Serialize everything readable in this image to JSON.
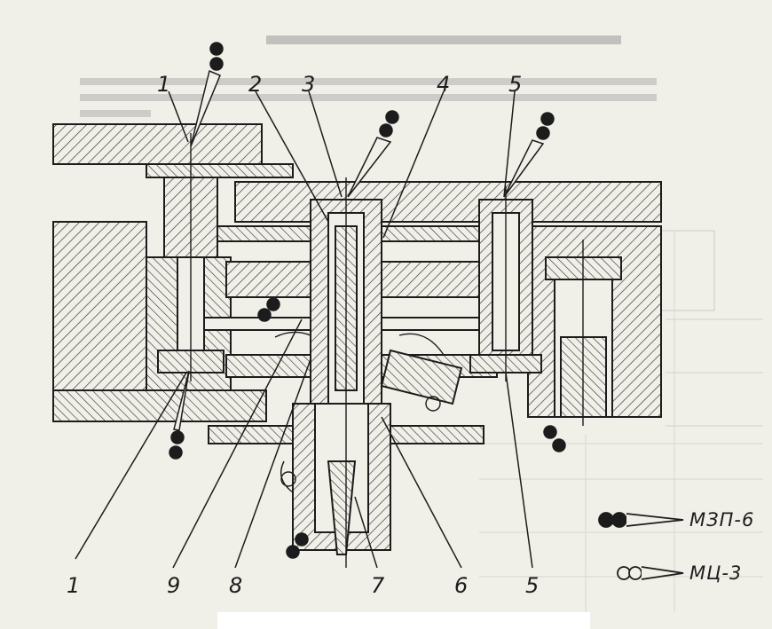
{
  "diagram": {
    "part_labels": [
      "1",
      "2",
      "3",
      "4",
      "5",
      "1",
      "9",
      "8",
      "7",
      "6",
      "5"
    ]
  },
  "legend": {
    "filled": "МЗП-6",
    "open": "МЦ-3"
  },
  "colors": {
    "paper": "#f1f0e8",
    "ink": "#1c1c1c",
    "hatch": "#3a3a3a",
    "ghost_text": "#8a8a8a"
  }
}
